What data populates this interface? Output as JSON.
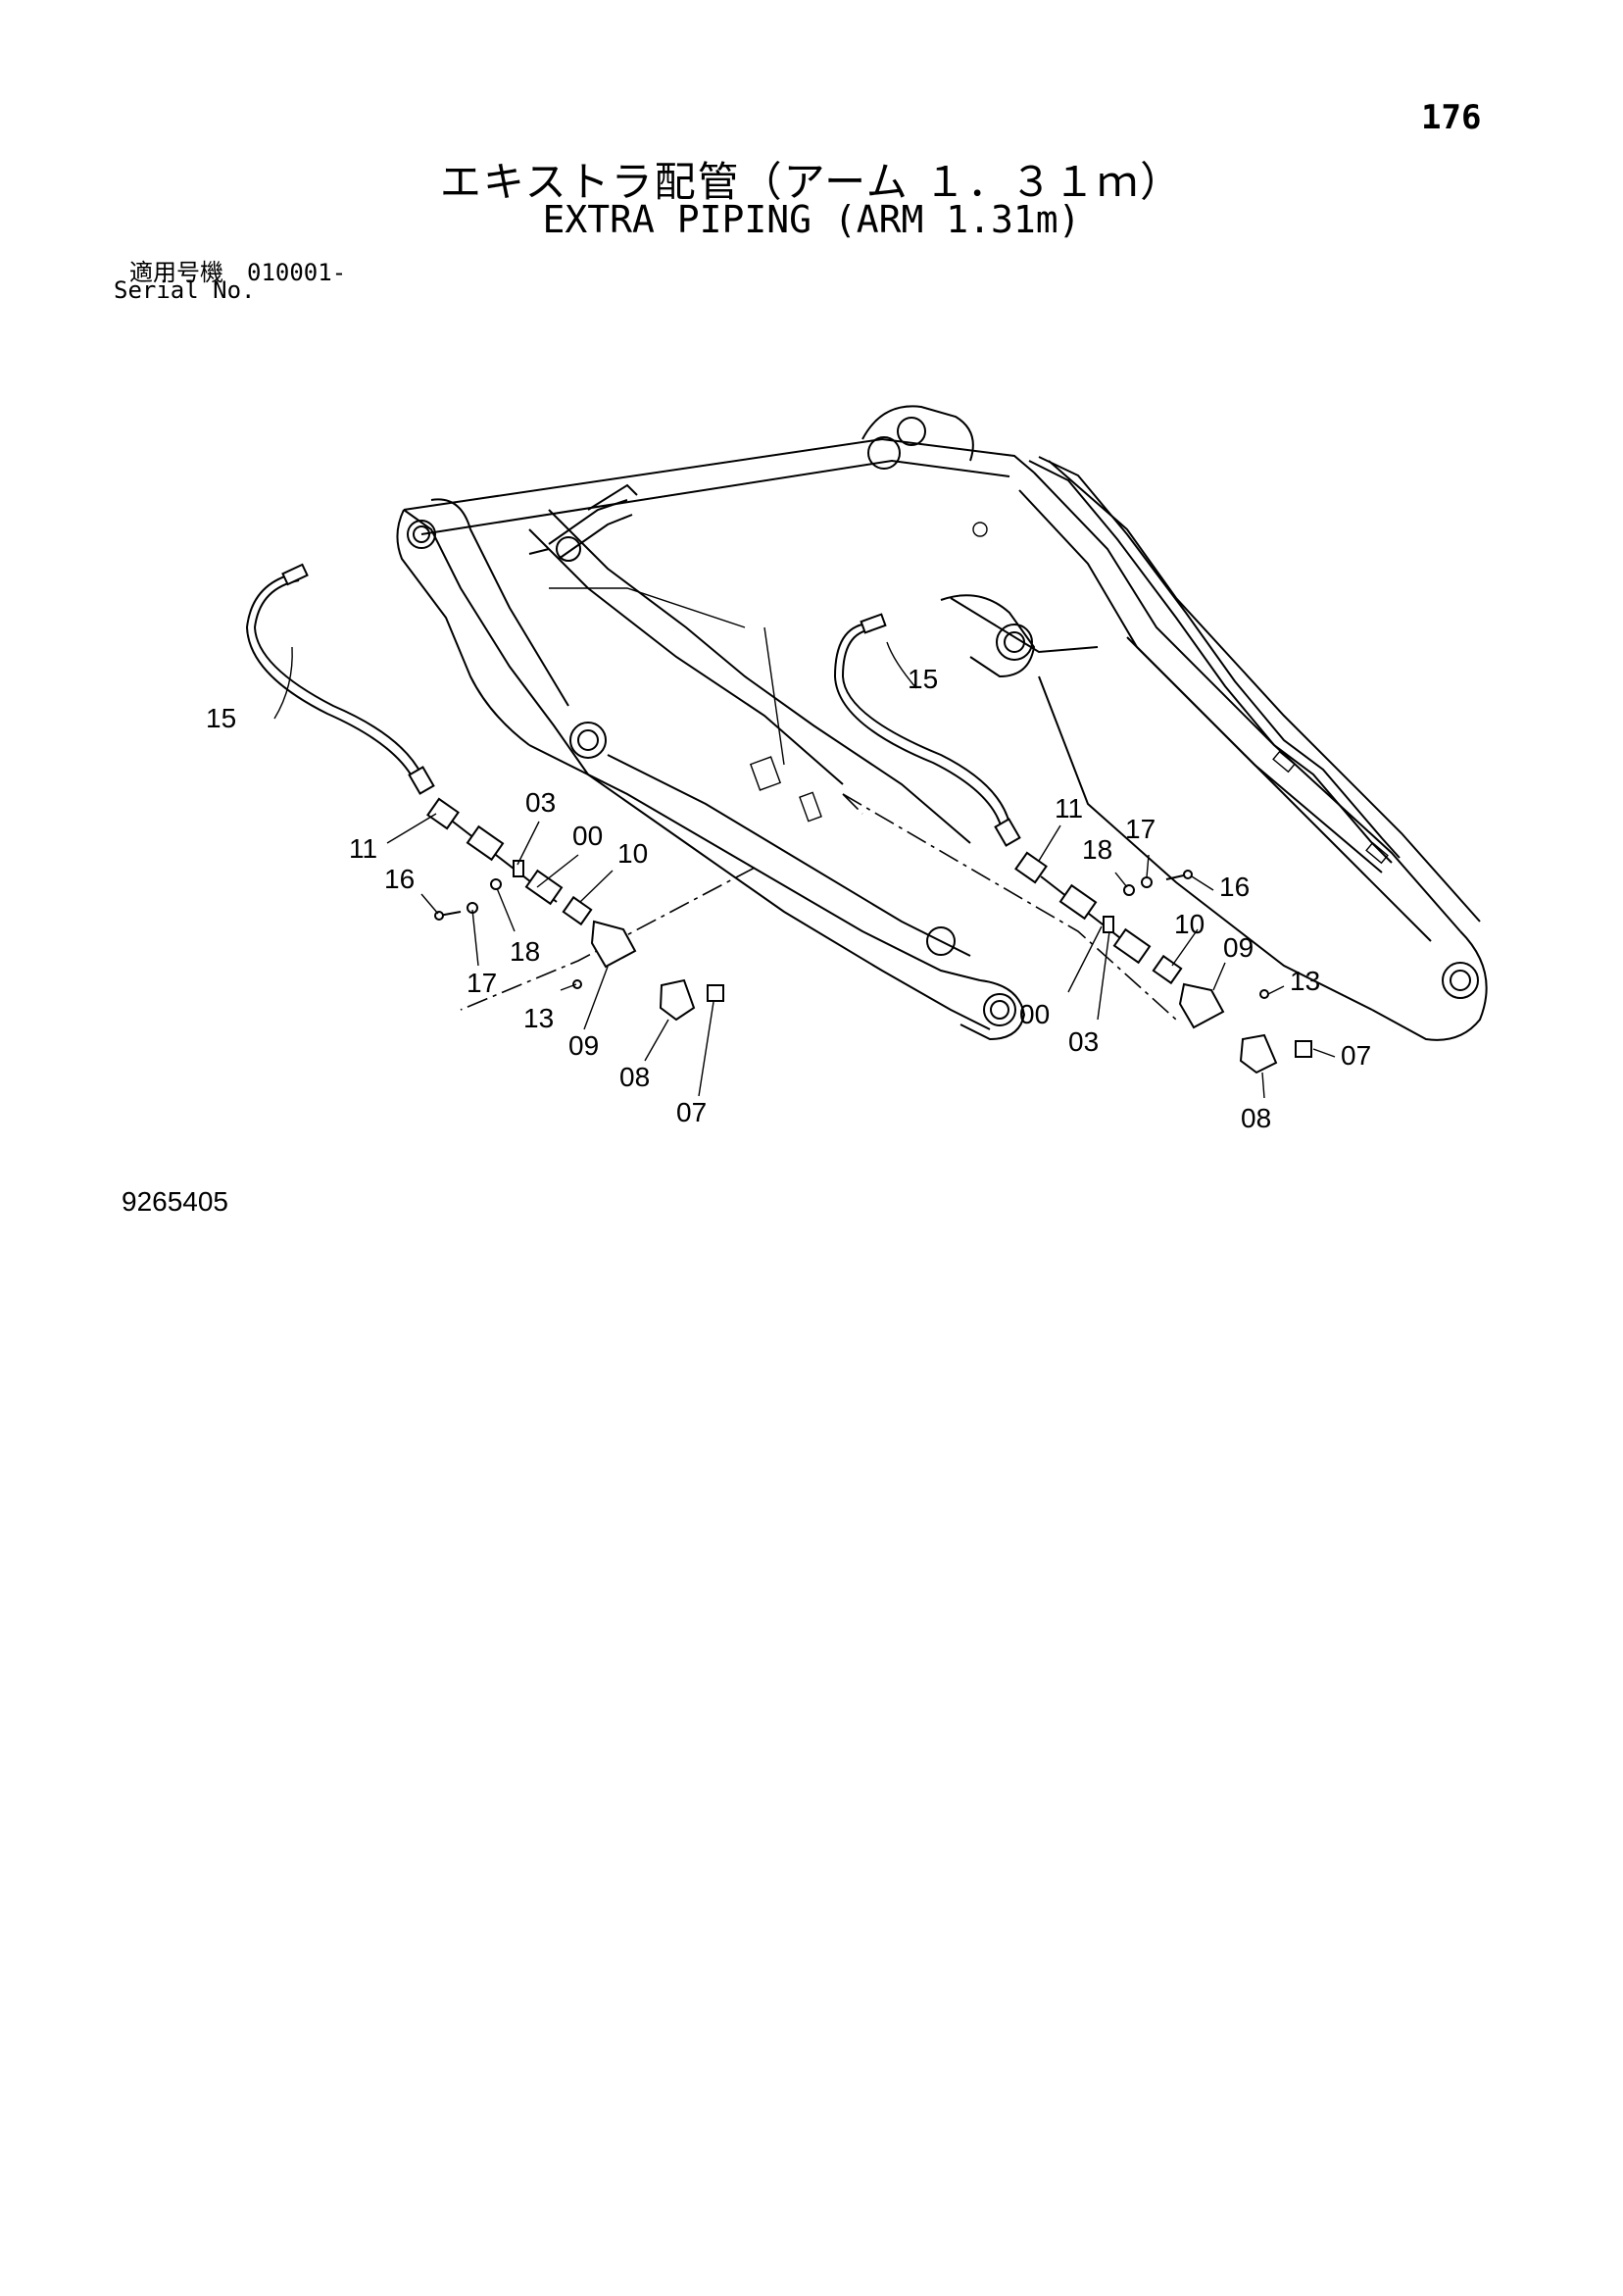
{
  "header": {
    "page_number": "176",
    "title_jp": "エキストラ配管（アーム １．３１ｍ）",
    "title_en": "EXTRA PIPING (ARM 1.31m)",
    "serial_label_jp": "適用号機　010001-",
    "serial_label_en": "Serial No."
  },
  "diagram": {
    "labels": {
      "left": {
        "hose": "15",
        "elbow": "11",
        "pipe_top": "03",
        "pipe_nut": "00",
        "adapter": "10",
        "bolt": "16",
        "washer_a": "17",
        "washer_b": "18",
        "screw": "13",
        "block": "09",
        "fitting": "08",
        "plug": "07"
      },
      "right": {
        "hose": "15",
        "elbow": "11",
        "washer_b": "18",
        "washer_a": "17",
        "bolt": "16",
        "adapter": "10",
        "block": "09",
        "screw": "13",
        "pipe_nut": "00",
        "pipe_bottom": "03",
        "plug": "07",
        "fitting": "08"
      }
    },
    "id": "9265405"
  }
}
